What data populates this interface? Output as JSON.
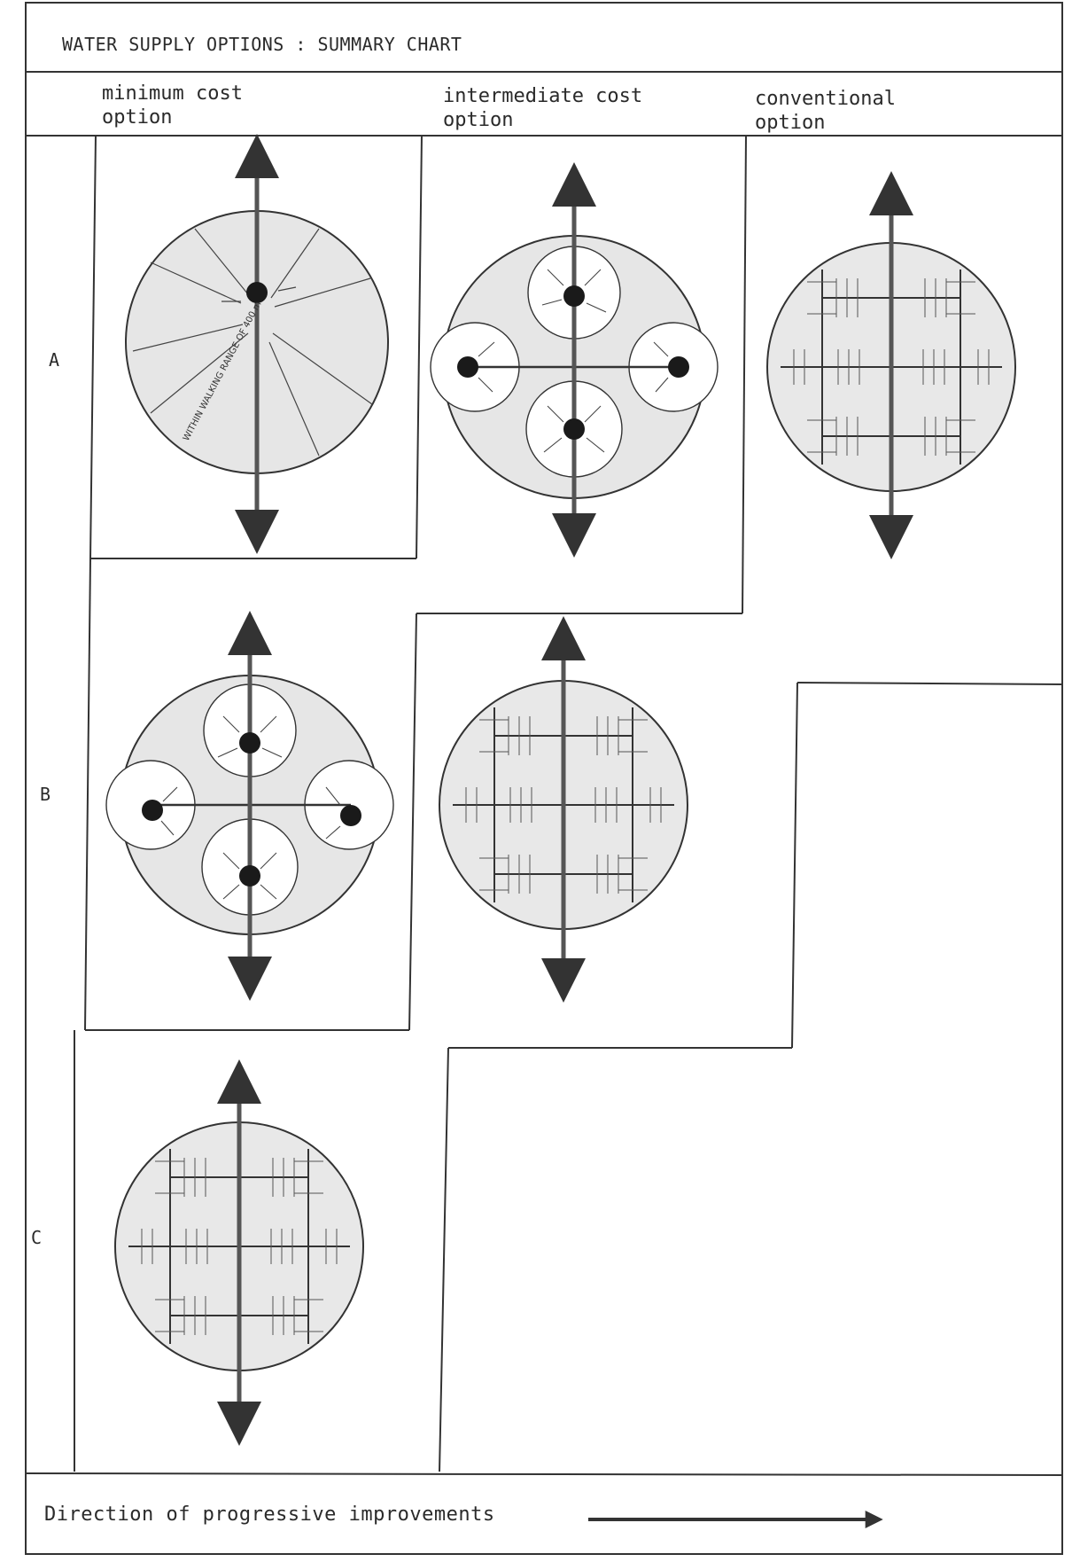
{
  "title": "WATER SUPPLY OPTIONS : SUMMARY CHART",
  "columns": [
    {
      "label": "minimum cost\noption"
    },
    {
      "label": "intermediate cost\noption"
    },
    {
      "label": "conventional\noption"
    }
  ],
  "rows": [
    {
      "label": "A"
    },
    {
      "label": "B"
    },
    {
      "label": "C"
    }
  ],
  "annotation": "WITHIN WALKING RANGE OF 400 m",
  "footer": "Direction of progressive improvements",
  "colors": {
    "line": "#333333",
    "shade": "#e4e4e4",
    "dot": "#1a1a1a"
  },
  "diagrams": [
    {
      "id": "A-min",
      "style": "standpipes-wide"
    },
    {
      "id": "A-int",
      "style": "standpipes-four"
    },
    {
      "id": "A-conv",
      "style": "house-connections"
    },
    {
      "id": "B-min",
      "style": "standpipes-four"
    },
    {
      "id": "B-int",
      "style": "house-connections"
    },
    {
      "id": "C-min",
      "style": "house-connections"
    }
  ]
}
